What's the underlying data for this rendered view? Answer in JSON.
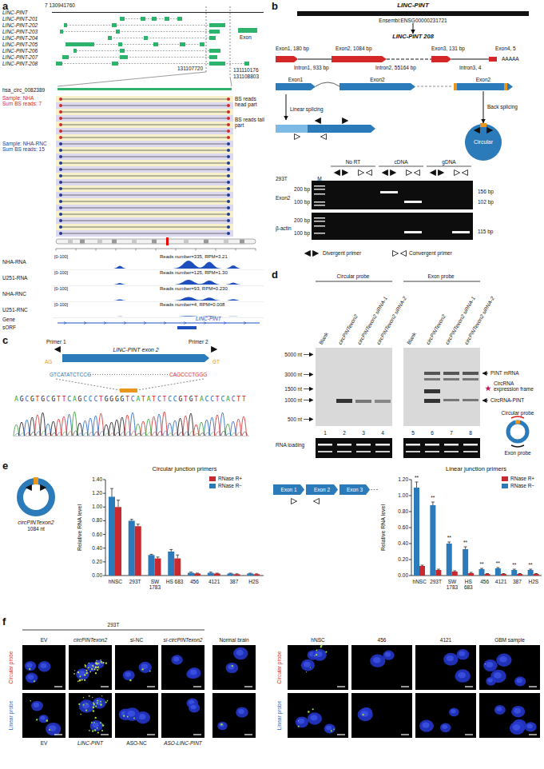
{
  "diagram": {
    "nodes": [
      {
        "text": [
          "LINC-PINT",
          "Ensembl:ENSG00000231721"
        ]
      },
      {
        "text": [
          "LINC-PINT 208"
        ]
      },
      {
        "text": [
          "Exon1"
        ]
      },
      {
        "text": [
          "Exon2"
        ]
      },
      {
        "text": [
          "Exon2"
        ]
      },
      {
        "text": [
          "Circular"
        ]
      },
      {
        "text": [
          "LINC-PINT exon 2"
        ]
      },
      {
        "text": [
          "circPINTexon2",
          "1084 nt"
        ]
      },
      {
        "text": [
          "Exon 1"
        ]
      },
      {
        "text": [
          "Exon 2"
        ]
      },
      {
        "text": [
          "Exon 3"
        ]
      }
    ],
    "edges": [
      {
        "from": 0,
        "to": 1,
        "arrow": "to"
      },
      {
        "from": 4,
        "to": 5,
        "arrow": "to",
        "label": "Back splicing"
      }
    ],
    "labels": [
      "a",
      "7 130941760",
      "LINC-PINT",
      "LINC-PINT-201",
      "LINC-PINT-202",
      "LINC-PINT-203",
      "LINC-PINT-204",
      "LINC-PINT-205",
      "LINC-PINT-206",
      "LINC-PINT-207",
      "LINC-PINT-208",
      "131107720",
      "131110176",
      "131108803",
      "hsa_circ_0082389",
      "Sample: NHA",
      "Sum BS reads: 7",
      "BS reads head part",
      "BS reads tail part",
      "Sample: NHA-RNC",
      "Sum BS reads: 15",
      "[0-100]",
      "NHA-RNA",
      "Reads number=335, RPM=3.21",
      "[0-100]",
      "U251-RNA",
      "Reads number=125, RPM=1.30",
      "[0-100]",
      "NHA-RNC",
      "Reads number=93, RPM=0.230",
      "[0-100]",
      "U251-RNC",
      "Reads number=4, RPM=0.008",
      "Gene",
      "sORF",
      "LINC-PINT",
      "b",
      "Exon1, 180 bp",
      "Exon2, 1084 bp",
      "Exon3, 131 bp",
      "Exon4, 5",
      "AAAAA",
      "Intron1, 933 bp",
      "Intron2, 55164 bp",
      "Intron3, 4",
      "Linear splicing",
      "No RT",
      "cDNA",
      "gDNA",
      "293T",
      "M",
      "Exon2",
      "200 bp",
      "100 bp",
      "β-actin",
      "200 bp",
      "100 bp",
      "156 bp",
      "102 bp",
      "115 bp",
      "d",
      "Circular probe",
      "Exon probe",
      "Blank",
      "circPINTexon2",
      "circPINTexon2 siRNA-1",
      "circPINTexon2 siRNA-2",
      "Blank",
      "circPINTexon2",
      "circPINTexon2 siRNA-1",
      "circPINTexon2 siRNA-2",
      "5000 nt",
      "3000 nt",
      "1500 nt",
      "1000 nt",
      "500 nt",
      "PINT mRNA",
      "CircRNA expression frame",
      "CircRNA-PINT",
      "1",
      "2",
      "3",
      "4",
      "5",
      "6",
      "7",
      "8",
      "RNA loading",
      "Circular probe",
      "Exon probe",
      "c",
      "Primer 1",
      "Primer 2",
      "AG",
      "GT",
      "GTCATATCTCCG",
      "CAGCCCTGGG",
      "AGCGTGCGTTCAGCCCTGGGGTCATATCTCCGTGTACCTCACTT",
      "e",
      "Circular junction primers",
      "Relative RNA level",
      "0.00",
      "0.20",
      "0.40",
      "0.60",
      "0.80",
      "1.00",
      "1.20",
      "1.40",
      "hNSC",
      "293T",
      "SW 1783",
      "HS 683",
      "456",
      "4121",
      "387",
      "H2S",
      "Linear junction primers",
      "Relative RNA level",
      "0.00",
      "0.20",
      "0.40",
      "0.60",
      "0.80",
      "1.00",
      "1.20",
      "hNSC",
      "293T",
      "SW 1783",
      "HS 683",
      "456",
      "4121",
      "387",
      "H2S",
      "**",
      "**",
      "**",
      "**",
      "**",
      "**",
      "**",
      "**",
      "f",
      "293T",
      "EV",
      "circPINTexon2",
      "si-NC",
      "si-circPINTexon2",
      "Normal brain",
      "Circular probe",
      "Linear probe",
      "EV",
      "LINC-PINT",
      "ASO-NC",
      "ASO-LINC-PINT",
      "hNSC",
      "456",
      "4121",
      "GBM sample",
      "Circular probe",
      "Linear probe"
    ],
    "legend": [
      {
        "text": "Exon",
        "color": "#2db36b"
      },
      {
        "text": "Divergent primer"
      },
      {
        "text": "Convergent primer"
      },
      {
        "text": "RNase R+",
        "color": "#c8282e"
      },
      {
        "text": "RNase R−",
        "color": "#2b7bba"
      },
      {
        "text": "RNase R+",
        "color": "#c8282e"
      },
      {
        "text": "RNase R−",
        "color": "#2b7bba"
      }
    ]
  }
}
